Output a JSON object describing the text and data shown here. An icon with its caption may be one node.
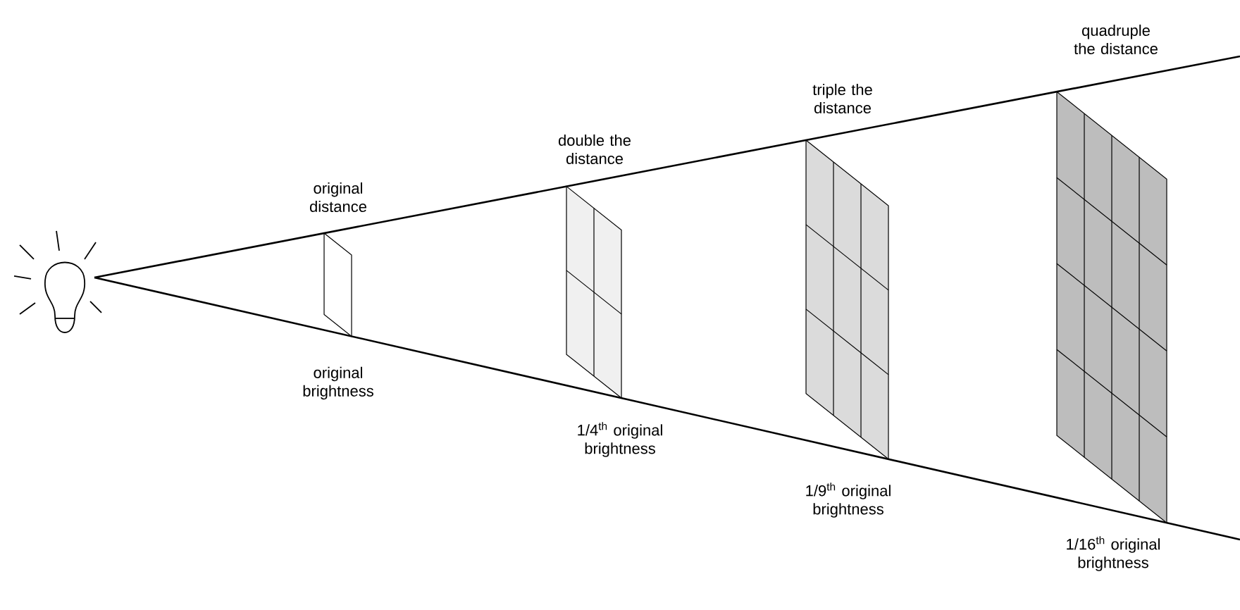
{
  "diagram": {
    "labels": [
      "original distance",
      "double the distance",
      "triple the distance",
      "quadruple the distance",
      "original brightness",
      "1/4$^{th}$ original brightness",
      "1/9$^{th}$ original brightness",
      "1/16$^{th}$ original brightness"
    ]
  }
}
